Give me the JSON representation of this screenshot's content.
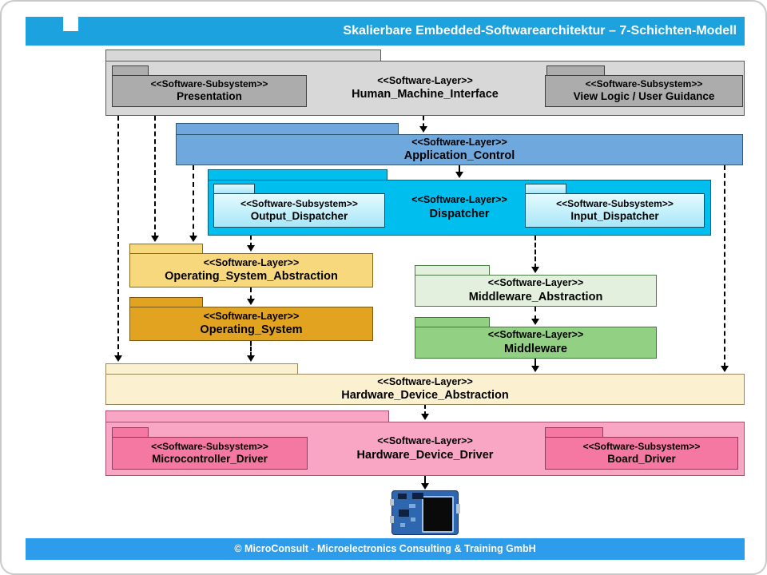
{
  "title_bar": {
    "text": "Skalierbare Embedded-Softwarearchitektur – 7-Schichten-Modell"
  },
  "footer": {
    "text": "© MicroConsult - Microelectronics Consulting & Training GmbH"
  },
  "packages": {
    "hmi": {
      "stereotype": "<<Software-Layer>>",
      "name": "Human_Machine_Interface"
    },
    "presentation": {
      "stereotype": "<<Software-Subsystem>>",
      "name": "Presentation"
    },
    "view_logic": {
      "stereotype": "<<Software-Subsystem>>",
      "name": "View Logic / User Guidance"
    },
    "application_control": {
      "stereotype": "<<Software-Layer>>",
      "name": "Application_Control"
    },
    "dispatcher": {
      "stereotype": "<<Software-Layer>>",
      "name": "Dispatcher"
    },
    "output_dispatcher": {
      "stereotype": "<<Software-Subsystem>>",
      "name": "Output_Dispatcher"
    },
    "input_dispatcher": {
      "stereotype": "<<Software-Subsystem>>",
      "name": "Input_Dispatcher"
    },
    "os_abstraction": {
      "stereotype": "<<Software-Layer>>",
      "name": "Operating_System_Abstraction"
    },
    "operating_system": {
      "stereotype": "<<Software-Layer>>",
      "name": "Operating_System"
    },
    "middleware_abstraction": {
      "stereotype": "<<Software-Layer>>",
      "name": "Middleware_Abstraction"
    },
    "middleware": {
      "stereotype": "<<Software-Layer>>",
      "name": "Middleware"
    },
    "hardware_device_abstraction": {
      "stereotype": "<<Software-Layer>>",
      "name": "Hardware_Device_Abstraction"
    },
    "hardware_device_driver": {
      "stereotype": "<<Software-Layer>>",
      "name": "Hardware_Device_Driver"
    },
    "microcontroller_driver": {
      "stereotype": "<<Software-Subsystem>>",
      "name": "Microcontroller_Driver"
    },
    "board_driver": {
      "stereotype": "<<Software-Subsystem>>",
      "name": "Board_Driver"
    }
  },
  "colors": {
    "title-bar": "#1CA2DE",
    "footer-bar": "#2D9CEA",
    "gray-fill": "#D8D8D8",
    "gray-border": "#5A5A5A",
    "gray-sub-fill": "#ACACAC",
    "gray-sub-border": "#3F3F3F",
    "blue-fill": "#6FA8DC",
    "blue-border": "#2F5773",
    "cyan-fill": "#00BFEF",
    "cyan-border": "#0B5E7A",
    "cyan-sub-top": "#E4FAFE",
    "cyan-sub-bot": "#A8E7F8",
    "cyan-sub-border": "#154A60",
    "tan-fill": "#F8D87D",
    "tan-border": "#8A6914",
    "gold-fill": "#E2A420",
    "gold-border": "#7A570E",
    "lightgreen-fill": "#E3F0DD",
    "lightgreen-border": "#4A7A46",
    "green-fill": "#92D183",
    "green-border": "#3E7A37",
    "cream-fill": "#FBF0D0",
    "cream-border": "#97875A",
    "pink-fill": "#F9A6C5",
    "pink-border": "#A24E6C",
    "pink-sub-fill": "#F478A2",
    "pink-sub-border": "#8F3D5E",
    "arrow": "#000000",
    "text": "#000000",
    "board-base": "#2F66B0"
  }
}
